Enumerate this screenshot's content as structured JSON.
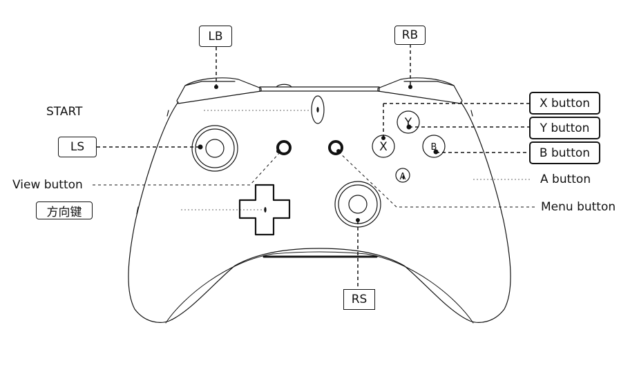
{
  "labels": {
    "lb": "LB",
    "rb": "RB",
    "start": "START",
    "ls": "LS",
    "view": "View button",
    "dpad": "方向键",
    "x_button": "X button",
    "y_button": "Y button",
    "b_button": "B button",
    "a_button": "A button",
    "menu": "Menu button",
    "rs": "RS"
  },
  "face_buttons": {
    "x": "X",
    "y": "Y",
    "b": "B",
    "a": "A"
  }
}
